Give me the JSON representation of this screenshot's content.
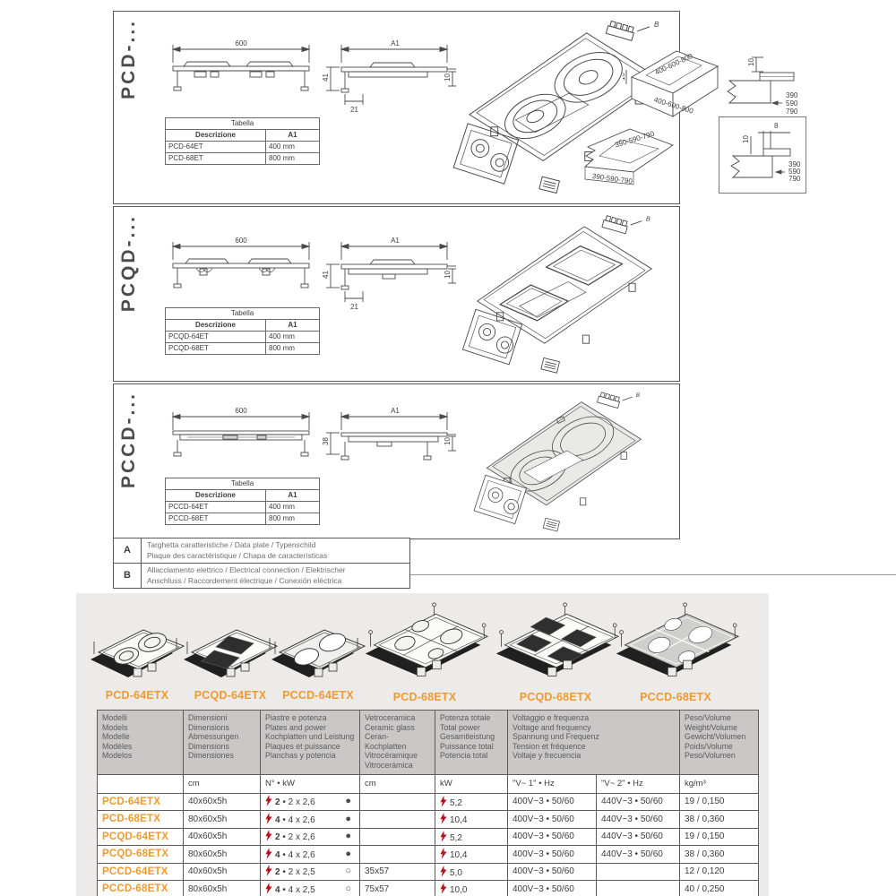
{
  "colors": {
    "accent_orange": "#ee9a30",
    "bolt_red": "#b5121b",
    "header_gray": "#c9c8c6",
    "section_bg": "#ecebe9"
  },
  "panels": [
    {
      "label": "PCD-...",
      "front_width": "600",
      "side": {
        "a1": "A1",
        "h": "41",
        "b": "21",
        "r": "10"
      },
      "tab": {
        "title": "Tabella",
        "c1": "Descrizione",
        "c2": "A1",
        "rows": [
          [
            "PCD-64ET",
            "400 mm"
          ],
          [
            "PCD-68ET",
            "800 mm"
          ]
        ]
      },
      "callout": "B"
    },
    {
      "label": "PCQD-...",
      "front_width": "600",
      "side": {
        "a1": "A1",
        "h": "41",
        "b": "21",
        "r": "10"
      },
      "tab": {
        "title": "Tabella",
        "c1": "Descrizione",
        "c2": "A1",
        "rows": [
          [
            "PCQD-64ET",
            "400 mm"
          ],
          [
            "PCQD-68ET",
            "800 mm"
          ]
        ]
      },
      "callout": "B"
    },
    {
      "label": "PCCD-...",
      "front_width": "600",
      "side": {
        "a1": "A1",
        "h": "38",
        "r": "10"
      },
      "tab": {
        "title": "Tabella",
        "c1": "Descrizione",
        "c2": "A1",
        "rows": [
          [
            "PCCD-64ET",
            "400 mm"
          ],
          [
            "PCCD-68ET",
            "800 mm"
          ]
        ]
      },
      "callout": "B"
    }
  ],
  "cutouts": {
    "box1_top": "400-600-800",
    "box1_front": "400-600-800",
    "box1_dim": "10",
    "box2_top": "390-590-790",
    "box2_front": "390-590-790"
  },
  "details": {
    "d1_dim": "10",
    "d1_values": [
      "390",
      "590",
      "790"
    ],
    "d2_dim_top": "8",
    "d2_dim_left": "10",
    "d2_values": [
      "390",
      "590",
      "790"
    ]
  },
  "notes": [
    {
      "key": "A",
      "text": "Targhetta caratteristiche / Data plate / Typenschild\nPlaque des caractéristique / Chapa de características"
    },
    {
      "key": "B",
      "text": "Allacciamento elettrico / Electrical connection / Elektrischer\nAnschluss / Raccordement électrique / Conexión eléctrica"
    }
  ],
  "products": [
    "PCD-64ETX",
    "PCQD-64ETX",
    "PCCD-64ETX",
    "PCD-68ETX",
    "PCQD-68ETX",
    "PCCD-68ETX"
  ],
  "spec": {
    "headers": [
      "Modelli\nModels\nModelle\nModèles\nModelos",
      "Dimensioni\nDimensions\nAbmessungen\nDimensions\nDimensiones",
      "Piastre e potenza\nPlates and power\nKochplatten und Leistung\nPlaques et puissance\nPlanchas y potencia",
      "Vetroceramica\nCeramic glass\nCeran-Kochplatten\nVitrocéramique\nVitrocerámica",
      "Potenza totale\nTotal power\nGesamtleistung\nPuissance total\nPotencia total",
      "Voltaggio e frequenza\nVoltage and frequency\nSpannung und Frequenz\nTension et fréquence\nVoltaje y frecuencia",
      "Peso/Volume\nWeight/Volume\nGewicht/Volumen\nPoids/Volume\nPeso/Volumen"
    ],
    "subheaders": [
      "",
      "cm",
      "N° • kW",
      "cm",
      "kW",
      "\"V~ 1\" • Hz",
      "\"V~ 2\" • Hz",
      "kg/m³"
    ],
    "rows": [
      {
        "model": "PCD-64ETX",
        "dims": "40x60x5h",
        "plates_n": "2",
        "plates_rest": "• 2 x 2,6",
        "dot": "●",
        "vetro": "",
        "power": "5,2",
        "volt1": "400V~3 • 50/60",
        "volt2": "440V~3 • 50/60",
        "weight": "19 / 0,150"
      },
      {
        "model": "PCD-68ETX",
        "dims": "80x60x5h",
        "plates_n": "4",
        "plates_rest": "• 4 x 2,6",
        "dot": "●",
        "vetro": "",
        "power": "10,4",
        "volt1": "400V~3 • 50/60",
        "volt2": "440V~3 • 50/60",
        "weight": "38 / 0,360"
      },
      {
        "model": "PCQD-64ETX",
        "dims": "40x60x5h",
        "plates_n": "2",
        "plates_rest": "• 2 x 2,6",
        "dot": "●",
        "vetro": "",
        "power": "5,2",
        "volt1": "400V~3 • 50/60",
        "volt2": "440V~3 • 50/60",
        "weight": "19 / 0,150"
      },
      {
        "model": "PCQD-68ETX",
        "dims": "80x60x5h",
        "plates_n": "4",
        "plates_rest": "• 4 x 2,6",
        "dot": "●",
        "vetro": "",
        "power": "10,4",
        "volt1": "400V~3 • 50/60",
        "volt2": "440V~3 • 50/60",
        "weight": "38 / 0,360"
      },
      {
        "model": "PCCD-64ETX",
        "dims": "40x60x5h",
        "plates_n": "2",
        "plates_rest": "• 2 x 2,5",
        "dot": "○",
        "vetro": "35x57",
        "power": "5,0",
        "volt1": "400V~3 • 50/60",
        "volt2": "",
        "weight": "12 / 0,120"
      },
      {
        "model": "PCCD-68ETX",
        "dims": "80x60x5h",
        "plates_n": "4",
        "plates_rest": "• 4 x 2,5",
        "dot": "○",
        "vetro": "75x57",
        "power": "10,0",
        "volt1": "400V~3 • 50/60",
        "volt2": "",
        "weight": "40 / 0,250"
      }
    ]
  }
}
